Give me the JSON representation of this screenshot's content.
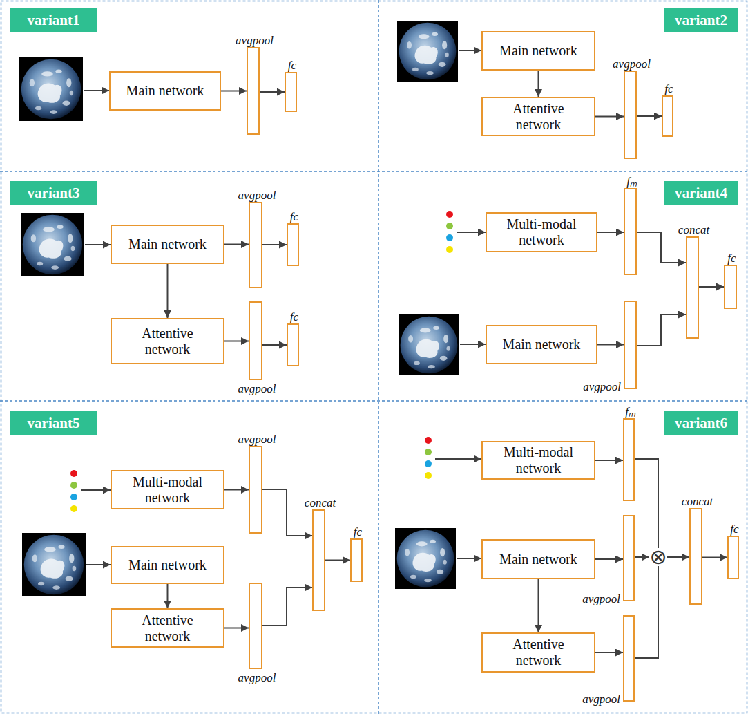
{
  "diagram": {
    "nodes": [
      {
        "text": [
          "variant1"
        ]
      },
      {
        "text": [
          "Main network"
        ]
      },
      {
        "text": [
          "avgpool"
        ]
      },
      {
        "text": [
          "fc"
        ]
      },
      {
        "text": [
          "variant2"
        ]
      },
      {
        "text": [
          "Main network"
        ]
      },
      {
        "text": [
          "Attentive network"
        ]
      },
      {
        "text": [
          "avgpool"
        ]
      },
      {
        "text": [
          "fc"
        ]
      },
      {
        "text": [
          "variant3"
        ]
      },
      {
        "text": [
          "Main network"
        ]
      },
      {
        "text": [
          "avgpool"
        ]
      },
      {
        "text": [
          "fc"
        ]
      },
      {
        "text": [
          "Attentive network"
        ]
      },
      {
        "text": [
          "avgpool"
        ]
      },
      {
        "text": [
          "fc"
        ]
      },
      {
        "text": [
          "variant4"
        ]
      },
      {
        "text": [
          "fₘ"
        ]
      },
      {
        "text": [
          "Multi-modal network"
        ]
      },
      {
        "text": [
          "concat"
        ]
      },
      {
        "text": [
          "fc"
        ]
      },
      {
        "text": [
          "Main network"
        ]
      },
      {
        "text": [
          "avgpool"
        ]
      },
      {
        "text": [
          "variant5"
        ]
      },
      {
        "text": [
          "avgpool"
        ]
      },
      {
        "text": [
          "Multi-modal network"
        ]
      },
      {
        "text": [
          "concat"
        ]
      },
      {
        "text": [
          "fc"
        ]
      },
      {
        "text": [
          "Main network"
        ]
      },
      {
        "text": [
          "Attentive network"
        ]
      },
      {
        "text": [
          "avgpool"
        ]
      },
      {
        "text": [
          "variant6"
        ]
      },
      {
        "text": [
          "fₘ"
        ]
      },
      {
        "text": [
          "Multi-modal network"
        ]
      },
      {
        "text": [
          "concat"
        ]
      },
      {
        "text": [
          "fc"
        ]
      },
      {
        "text": [
          "Main network"
        ]
      },
      {
        "text": [
          "avgpool"
        ]
      },
      {
        "text": [
          "⊗"
        ]
      },
      {
        "text": [
          "Attentive network"
        ]
      },
      {
        "text": [
          "avgpool"
        ]
      }
    ],
    "edges": [
      {
        "from": 1,
        "to": 2,
        "arrow": "to"
      },
      {
        "from": 2,
        "to": 3,
        "arrow": "to"
      },
      {
        "from": 5,
        "to": 6,
        "arrow": "to"
      },
      {
        "from": 6,
        "to": 7,
        "arrow": "to"
      },
      {
        "from": 7,
        "to": 8,
        "arrow": "to"
      },
      {
        "from": 10,
        "to": 11,
        "arrow": "to"
      },
      {
        "from": 11,
        "to": 12,
        "arrow": "to"
      },
      {
        "from": 10,
        "to": 13,
        "arrow": "to"
      },
      {
        "from": 13,
        "to": 14,
        "arrow": "to"
      },
      {
        "from": 14,
        "to": 15,
        "arrow": "to"
      },
      {
        "from": 18,
        "to": 17,
        "arrow": "to"
      },
      {
        "from": 21,
        "to": 22,
        "arrow": "to"
      },
      {
        "from": 17,
        "to": 19,
        "arrow": "to"
      },
      {
        "from": 22,
        "to": 19,
        "arrow": "to"
      },
      {
        "from": 19,
        "to": 20,
        "arrow": "to"
      },
      {
        "from": 25,
        "to": 24,
        "arrow": "to"
      },
      {
        "from": 28,
        "to": 29,
        "arrow": "to"
      },
      {
        "from": 29,
        "to": 30,
        "arrow": "to"
      },
      {
        "from": 24,
        "to": 26,
        "arrow": "to"
      },
      {
        "from": 30,
        "to": 26,
        "arrow": "to"
      },
      {
        "from": 26,
        "to": 27,
        "arrow": "to"
      },
      {
        "from": 33,
        "to": 32,
        "arrow": "to"
      },
      {
        "from": 36,
        "to": 37,
        "arrow": "to"
      },
      {
        "from": 36,
        "to": 39,
        "arrow": "to"
      },
      {
        "from": 39,
        "to": 40,
        "arrow": "to"
      },
      {
        "from": 32,
        "to": 38,
        "arrow": "none"
      },
      {
        "from": 37,
        "to": 38,
        "arrow": "to"
      },
      {
        "from": 40,
        "to": 38,
        "arrow": "none"
      },
      {
        "from": 38,
        "to": 34,
        "arrow": "to"
      },
      {
        "from": 34,
        "to": 35,
        "arrow": "to"
      }
    ]
  }
}
